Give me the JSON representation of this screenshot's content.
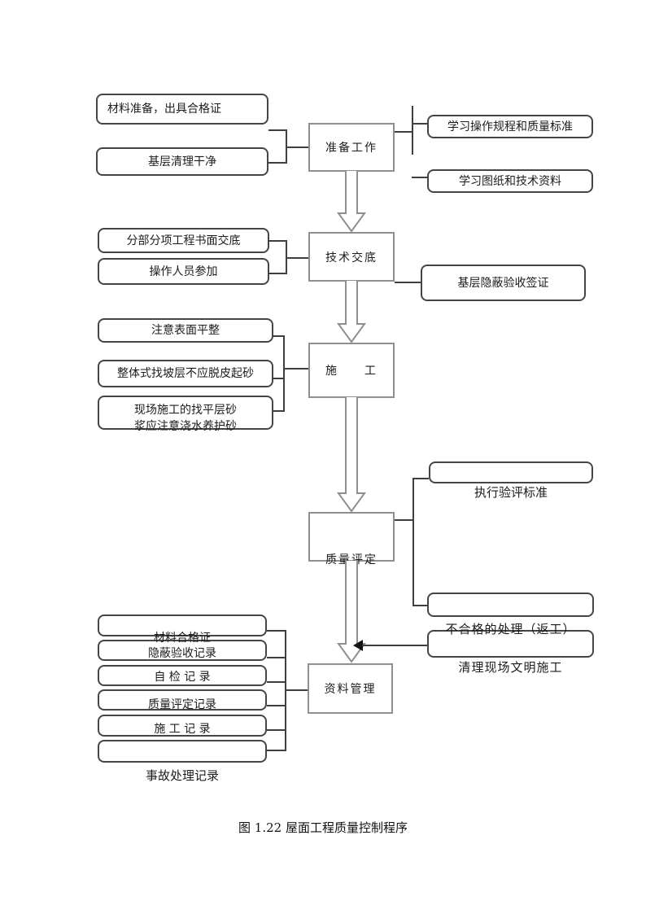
{
  "colors": {
    "process_box_border": "#8f8f8f",
    "note_box_border": "#454545",
    "connector_line": "#3f3f3f",
    "return_arrowhead": "#141414"
  },
  "caption": "图 1.22 屋面工程质量控制程序",
  "flow": {
    "prepare": {
      "title": "准备工作",
      "left": [
        "材料准备，出具合格证",
        "基层清理干净"
      ],
      "right": [
        "学习操作规程和质量标准",
        "学习图纸和技术资料"
      ]
    },
    "disclosure": {
      "title": "技术交底",
      "left": [
        "分部分项工程书面交底",
        "操作人员参加"
      ],
      "right": [
        "基层隐蔽验收签证"
      ]
    },
    "construction": {
      "title": "施　　工",
      "left1": "注意表面平整",
      "left2": "整体式找坡层不应脱皮起砂",
      "left3_line1": "现场施工的找平层砂",
      "left3_line2": "浆应注意浇水养护砂"
    },
    "assessment": {
      "title": "质量评定",
      "standard_label": "执行验评标准",
      "rework_label": "不合格的处理（返工）",
      "cleanup_label": "清理现场文明施工"
    },
    "archive": {
      "title": "资料管理",
      "records": [
        "材料合格证",
        "隐蔽验收记录",
        "自 检 记 录",
        "质量评定记录",
        "施 工 记 录",
        "事故处理记录"
      ]
    }
  }
}
